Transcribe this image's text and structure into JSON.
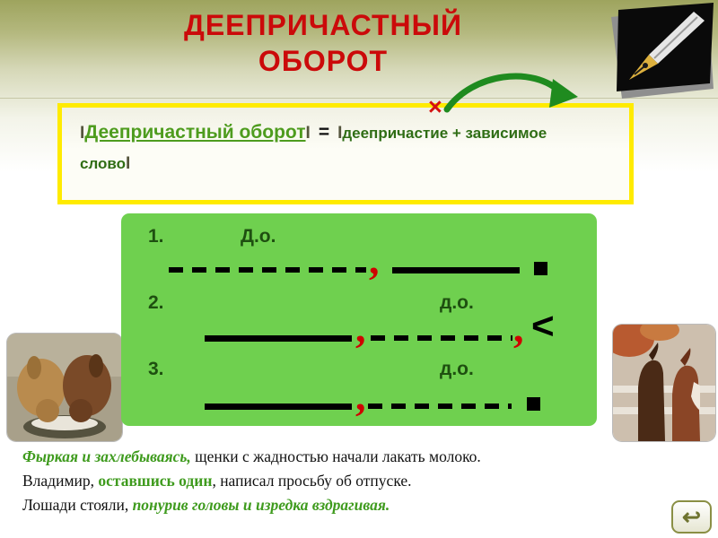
{
  "title": {
    "line1": "ДЕЕПРИЧАСТНЫЙ",
    "line2": "ОБОРОТ"
  },
  "definition": {
    "bar": "I",
    "term": "Деепричастный оборот",
    "equals": "=",
    "expansion_part1": "деепричастие + зависимое",
    "expansion_part2": "слово",
    "cross": "×"
  },
  "schemes": [
    {
      "number": "1.",
      "label": "Д.о.",
      "comma": ","
    },
    {
      "number": "2.",
      "label": "д.о.",
      "comma1": ",",
      "comma2": ",",
      "end": "<"
    },
    {
      "number": "3.",
      "label": "д.о.",
      "comma": ","
    }
  ],
  "sentences": [
    {
      "pre": "",
      "highlight": "Фыркая и захлебываясь,",
      "post": " щенки с жадностью начали лакать молоко."
    },
    {
      "pre": "Владимир, ",
      "highlight": "оставшись один",
      "post": ", написал просьбу об отпуске."
    },
    {
      "pre": "Лошади стояли, ",
      "highlight": "понурив головы и изредка вздрагивая.",
      "post": ""
    }
  ],
  "nav": {
    "back_label": "↩"
  },
  "colors": {
    "title_red": "#cb0a0a",
    "term_green": "#4e9c1e",
    "dark_green": "#2f6d15",
    "scheme_bg": "#6fd04f",
    "highlight_green": "#3f9b1e",
    "comma_red": "#cf0000",
    "border_yellow": "#ffeb00",
    "arrow_green": "#1f8b1f"
  }
}
